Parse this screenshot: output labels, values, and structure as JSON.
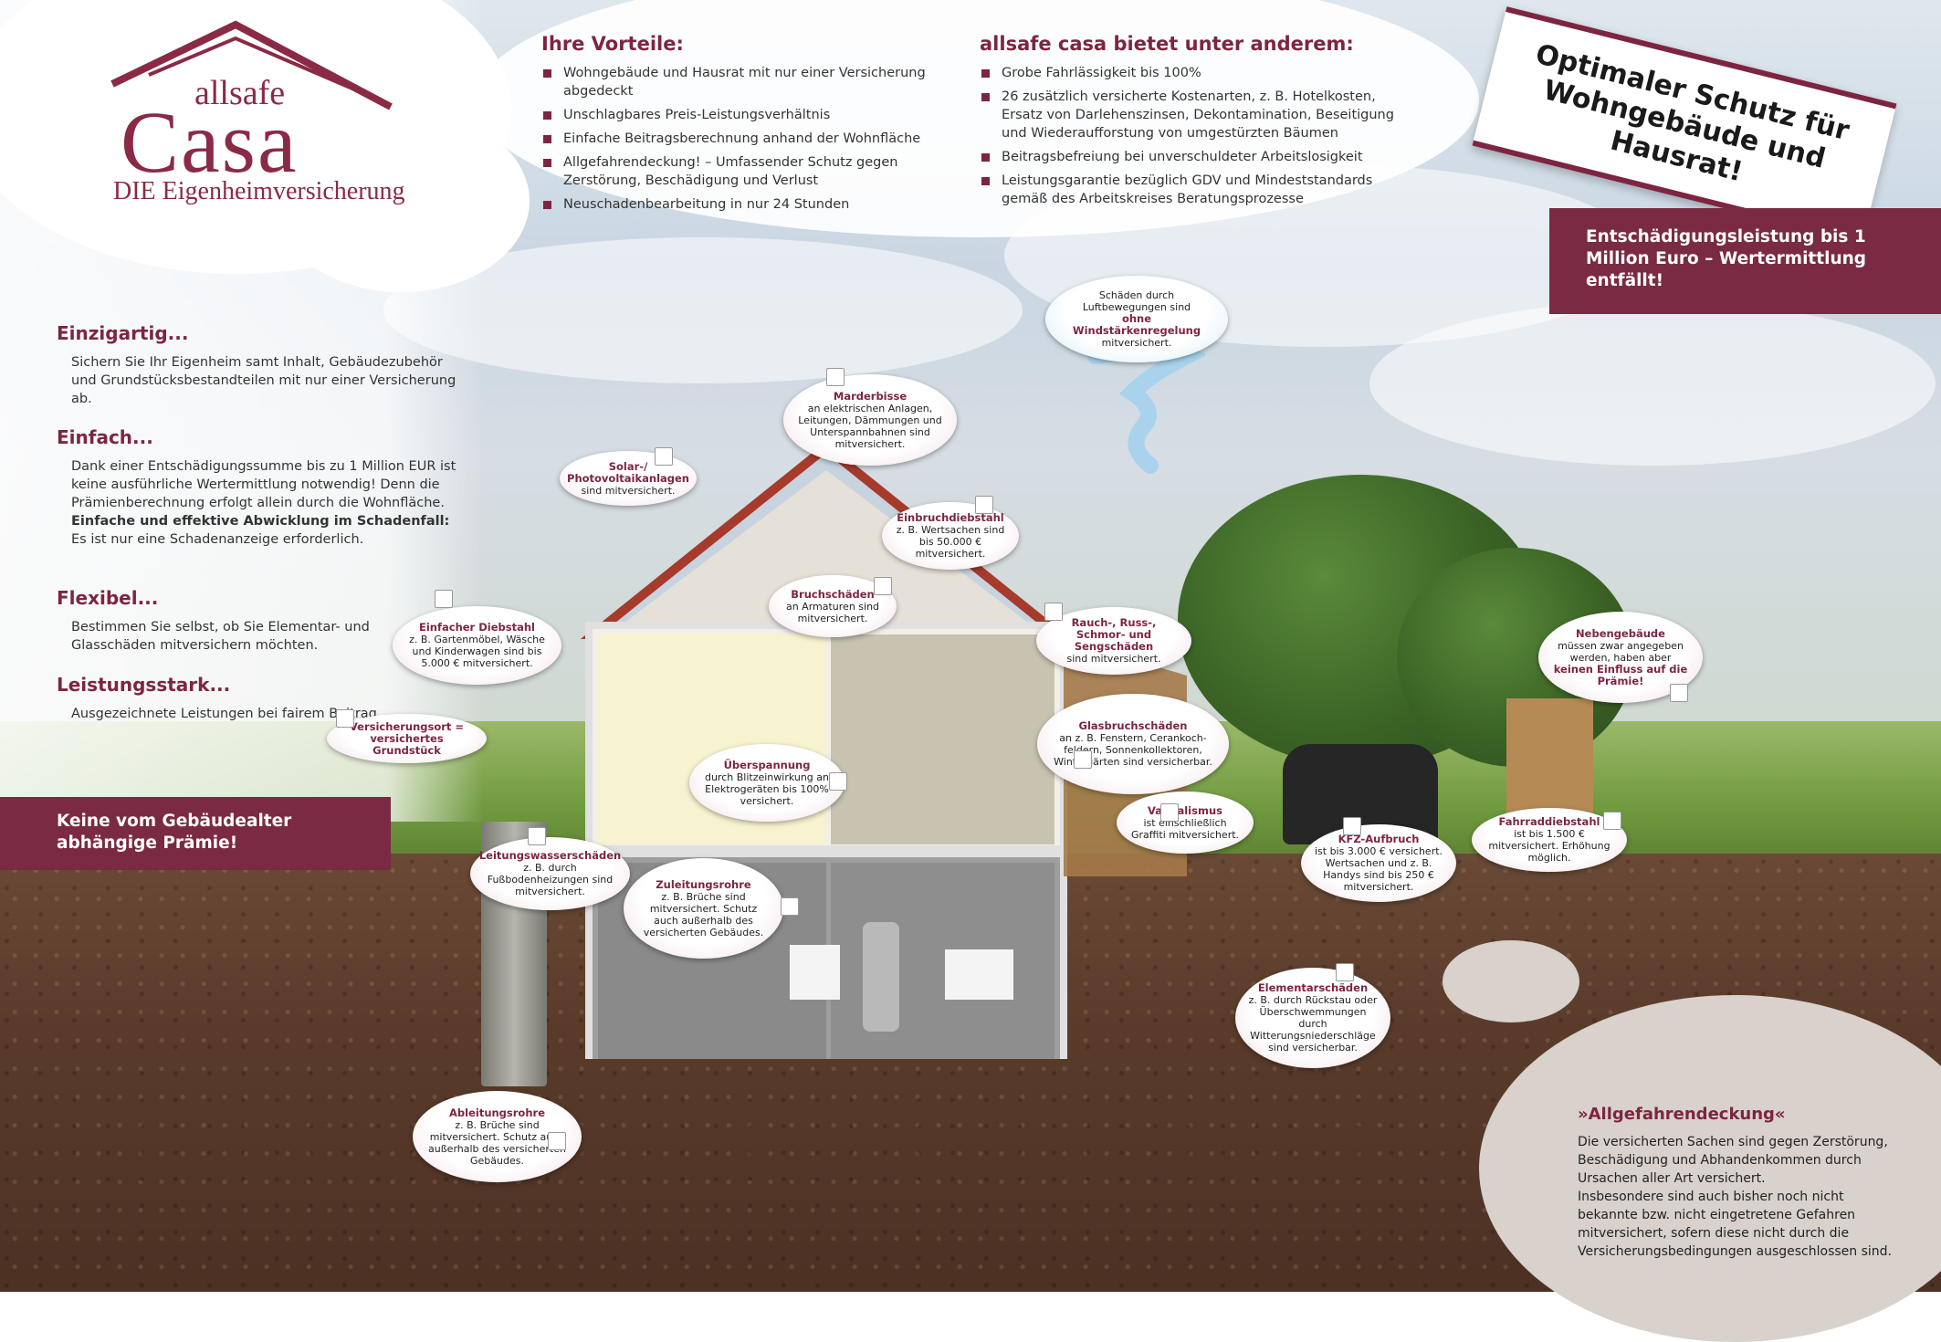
{
  "logo": {
    "brand_small": "allsafe",
    "brand_big": "Casa",
    "tagline": "DIE Eigenheimversicherung"
  },
  "vorteile": {
    "title": "Ihre Vorteile:",
    "items": [
      "Wohngebäude und Hausrat mit nur einer Versicherung abgedeckt",
      "Unschlagbares Preis-Leistungsverhältnis",
      "Einfache Beitragsberechnung anhand der Wohnfläche",
      "Allgefahrendeckung! – Umfassender Schutz gegen Zerstörung, Beschädigung und Verlust",
      "Neuschadenbearbeitung in nur 24 Stunden"
    ]
  },
  "bietet": {
    "title": "allsafe casa bietet unter anderem:",
    "items": [
      "Grobe Fahrlässigkeit bis 100%",
      "26 zusätzlich versicherte Kostenarten, z. B. Hotelkosten, Ersatz von Darlehenszinsen, Dekontamination, Beseitigung und Wiederaufforstung von umgestürzten Bäumen",
      "Beitragsbefreiung bei unverschuldeter Arbeitslosigkeit",
      "Leistungsgarantie bezüglich GDV und Mindeststandards gemäß des Arbeitskreises Beratungsprozesse"
    ]
  },
  "banner": {
    "line1": "Optimaler Schutz für",
    "line2": "Wohngebäude und Hausrat!"
  },
  "entschaedigung": "Entschädigungsleistung bis 1 Million Euro – Wertermittlung entfällt!",
  "sections": [
    {
      "title": "Einzigartig...",
      "text": "Sichern Sie Ihr Eigenheim samt Inhalt, Gebäude­zubehör und Grundstücksbestandteilen mit nur einer Versicherung ab."
    },
    {
      "title": "Einfach...",
      "text": "Dank einer Entschädigungssumme bis zu 1 Million EUR ist keine ausführliche Wertermittlung notwendig! Denn die Prämienberechnung erfolgt allein durch die Wohnfläche.",
      "text2": "Einfache und effektive Abwicklung im Schadenfall:",
      "text3": "Es ist nur eine Schadenanzeige erforderlich."
    },
    {
      "title": "Flexibel...",
      "text": "Bestimmen Sie selbst, ob Sie Elementar- und Glasschäden mitversichern möchten."
    },
    {
      "title": "Leistungsstark...",
      "text": "Ausgezeichnete Leistungen bei fairem Beitrag."
    }
  ],
  "praemie": "Keine vom Gebäudealter abhängige Prämie!",
  "bubbles": {
    "sturm": {
      "text": "Schäden durch Luftbewegungen sind",
      "bold": "ohne Windstärkenregelung",
      "text2": "mitversichert."
    },
    "marder": {
      "title": "Marderbisse",
      "text": "an elektrischen Anlagen, Leitungen, Dämmungen und Unterspannbahnen sind mitversichert."
    },
    "solar": {
      "title": "Solar-/ Photovoltaikanlagen",
      "text": "sind mitversichert."
    },
    "einbruch": {
      "title": "Einbruchdiebstahl",
      "text": "z. B. Wertsachen sind bis 50.000 € mitversichert."
    },
    "bruch": {
      "title": "Bruchschäden",
      "text": "an Armaturen sind mitversichert."
    },
    "rauch": {
      "title": "Rauch-, Russ-, Schmor- und Sengschäden",
      "text": "sind mitversichert."
    },
    "diebstahl": {
      "title": "Einfacher Diebstahl",
      "text": "z. B. Gartenmöbel, Wäsche und Kinderwagen sind bis 5.000 € mitversichert."
    },
    "ort": {
      "title": "Versicherungsort = versichertes Grundstück"
    },
    "glas": {
      "title": "Glasbruchschäden",
      "text": "an z. B. Fenstern, Cerankoch-feldern, Sonnenkollektoren, Wintergärten sind versicherbar."
    },
    "ueberspannung": {
      "title": "Überspannung",
      "text": "durch Blitzeinwirkung an Elektrogeräten bis 100% versichert."
    },
    "neben": {
      "title": "Nebengebäude",
      "text": "müssen zwar angegeben werden, haben aber",
      "bold": "keinen Einfluss auf die Prämie!"
    },
    "vandalismus": {
      "title": "Vandalismus",
      "text": "ist einschließlich Graffiti mitversichert."
    },
    "leitung": {
      "title": "Leitungswasserschäden",
      "text": "z. B. durch Fußbodenheizungen sind mitversichert."
    },
    "zuleitung": {
      "title": "Zuleitungsrohre",
      "text": "z. B. Brüche sind mitversichert. Schutz auch außerhalb des versicherten Gebäudes."
    },
    "kfz": {
      "title": "KFZ-Aufbruch",
      "text": "ist bis 3.000 € versichert. Wertsachen und z. B. Handys sind bis 250 € mitversichert."
    },
    "fahrrad": {
      "title": "Fahrraddiebstahl",
      "text": "ist bis 1.500 € mitversichert. Erhöhung möglich."
    },
    "elementar": {
      "title": "Elementarschäden",
      "text": "z. B. durch Rückstau oder Überschwemmungen durch Witterungsniederschläge sind versicherbar."
    },
    "ableitung": {
      "title": "Ableitungsrohre",
      "text": "z. B. Brüche sind mitversichert. Schutz auch außerhalb des versicherten Gebäudes."
    }
  },
  "allgefahren": {
    "title": "»Allgefahrendeckung«",
    "p1": "Die versicherten Sachen sind gegen Zerstörung, Beschädigung und Abhandenkommen durch Ursachen aller Art versichert.",
    "p2": "Insbesondere sind auch bisher noch nicht bekannte bzw. nicht eingetretene Gefahren mitversichert, sofern diese nicht durch die Versicherungsbedingungen ausgeschlossen sind."
  },
  "colors": {
    "accent": "#7d2540",
    "ribbon": "#7a2a42",
    "soil": "#5a3b2a",
    "grass": "#6f9a3e"
  }
}
